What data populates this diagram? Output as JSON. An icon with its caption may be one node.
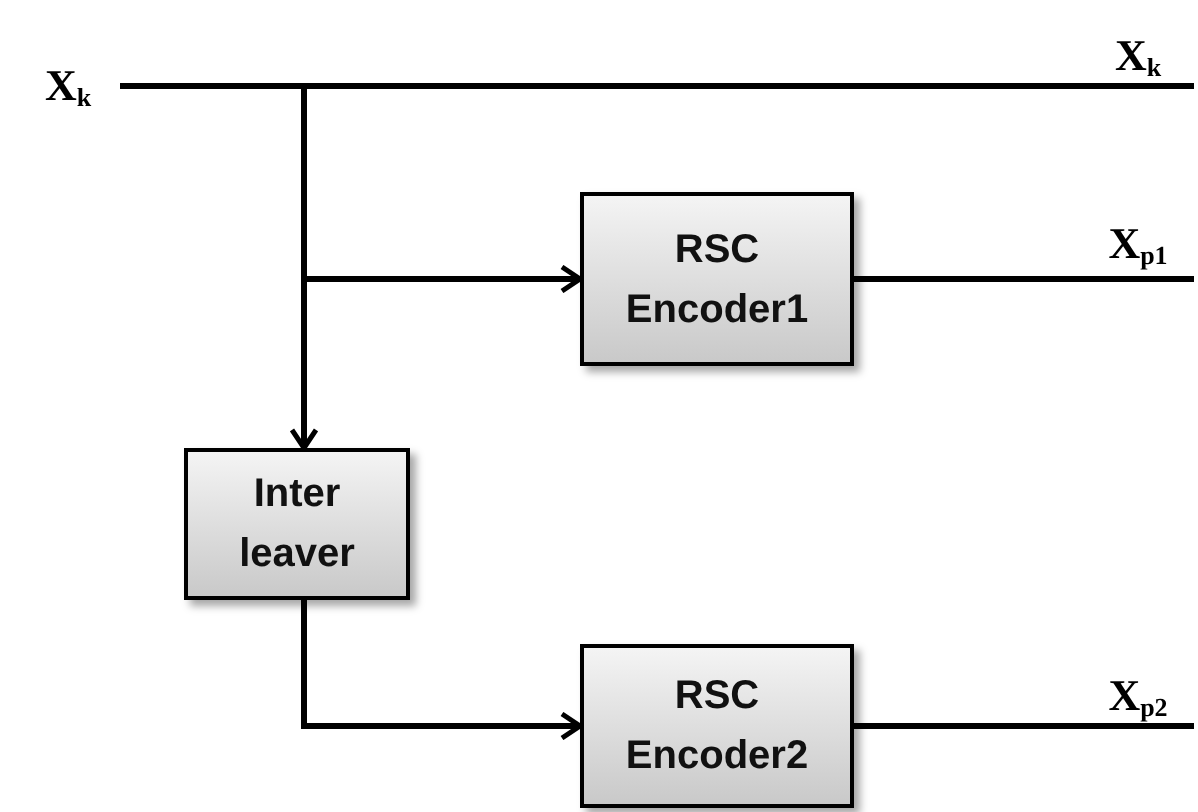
{
  "diagram": {
    "nodes": [
      {
        "text": [
          "X$_{k}$"
        ]
      },
      {
        "text": [
          "X$_{k}$"
        ]
      },
      {
        "text": [
          "RSC Encoder1"
        ]
      },
      {
        "text": [
          "X$_{p1}$"
        ]
      },
      {
        "text": [
          "Inter leaver"
        ]
      },
      {
        "text": [
          "RSC Encoder2"
        ]
      },
      {
        "text": [
          "X$_{p2}$"
        ]
      }
    ],
    "edges": [
      {
        "from": 0,
        "to": 1,
        "arrow": "none"
      },
      {
        "from": 0,
        "to": 2,
        "arrow": "to"
      },
      {
        "from": 0,
        "to": 4,
        "arrow": "to"
      },
      {
        "from": 2,
        "to": 3,
        "arrow": "none"
      },
      {
        "from": 4,
        "to": 5,
        "arrow": "to"
      },
      {
        "from": 5,
        "to": 6,
        "arrow": "none"
      }
    ]
  }
}
